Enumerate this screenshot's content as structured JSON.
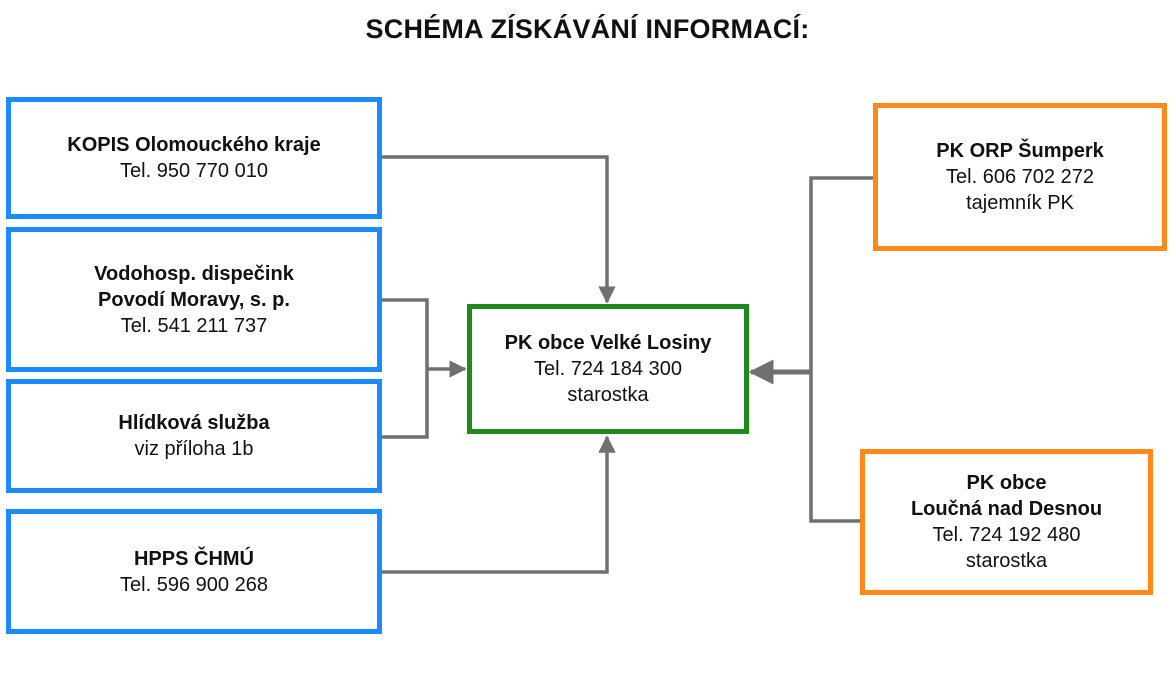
{
  "title": "SCHÉMA ZÍSKÁVÁNÍ INFORMACÍ:",
  "colors": {
    "source_border": "#1a8cff",
    "center_border": "#1e8a1e",
    "neighbor_border": "#ff8a1a",
    "connector": "#707070"
  },
  "boxes": {
    "kopis": {
      "line1": "KOPIS Olomouckého kraje",
      "line2": "Tel. 950 770 010"
    },
    "povodi": {
      "line1": "Vodohosp. dispečink",
      "line2": "Povodí Moravy, s. p.",
      "line3": "Tel. 541 211 737"
    },
    "hlidkova": {
      "line1": "Hlídková služba",
      "line2": "viz příloha 1b"
    },
    "hpps": {
      "line1": "HPPS ČHMÚ",
      "line2": "Tel. 596 900 268"
    },
    "center": {
      "line1": "PK obce Velké Losiny",
      "line2": "Tel. 724 184 300",
      "line3": "starostka"
    },
    "orp": {
      "line1": "PK ORP Šumperk",
      "line2": "Tel. 606 702 272",
      "line3": "tajemník PK"
    },
    "loucna": {
      "line1": "PK obce",
      "line2": "Loučná nad Desnou",
      "line3": "Tel. 724 192 480",
      "line4": "starostka"
    }
  }
}
